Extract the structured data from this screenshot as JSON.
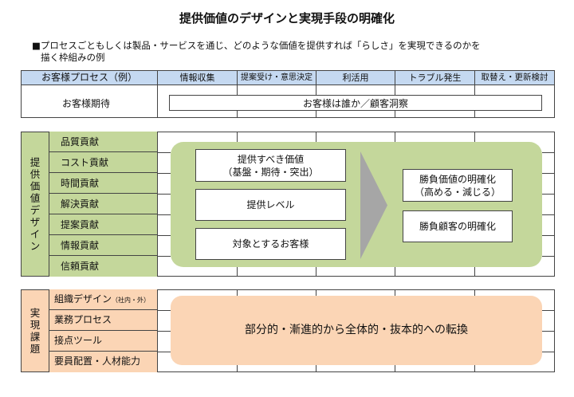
{
  "title": "提供価値のデザインと実現手段の明確化",
  "subtitle_line1": "■プロセスごともしくは製品・サービスを通じ、どのような価値を提供すれば「らしさ」を実現できるのかを",
  "subtitle_line2": "描く枠組みの例",
  "header": {
    "process": "お客様プロセス（例）",
    "columns": [
      "情報収集",
      "提案受け・意思決定",
      "利活用",
      "トラブル発生",
      "取替え・更新検討"
    ]
  },
  "expectation": {
    "label": "お客様期待",
    "value": "お客様は誰か／顧客洞察"
  },
  "value_design": {
    "side_label": "提供価値デザイン",
    "rows": [
      "品質貢献",
      "コスト貢献",
      "時間貢献",
      "解決貢献",
      "提案貢献",
      "情報貢献",
      "信頼貢献"
    ],
    "left_boxes": [
      {
        "line1": "提供すべき価値",
        "line2": "（基盤・期待・突出）"
      },
      {
        "line1": "提供レベル",
        "line2": ""
      },
      {
        "line1": "対象とするお客様",
        "line2": ""
      }
    ],
    "right_boxes": [
      {
        "line1": "勝負価値の明確化",
        "line2": "（高める・減じる）"
      },
      {
        "line1": "勝負顧客の明確化",
        "line2": ""
      }
    ]
  },
  "implementation": {
    "side_label": "実現課題",
    "rows": [
      {
        "label": "組織デザイン",
        "note": "（社内・外）"
      },
      {
        "label": "業務プロセス",
        "note": ""
      },
      {
        "label": "接点ツール",
        "note": ""
      },
      {
        "label": "要員配置・人材能力",
        "note": ""
      }
    ],
    "summary": "部分的・漸進的から全体的・抜本的への転換"
  },
  "colors": {
    "header_blue": "#c5d9f1",
    "green": "#c4d79b",
    "orange": "#fbd5b5",
    "arrow_gray": "#a6a6a6"
  }
}
